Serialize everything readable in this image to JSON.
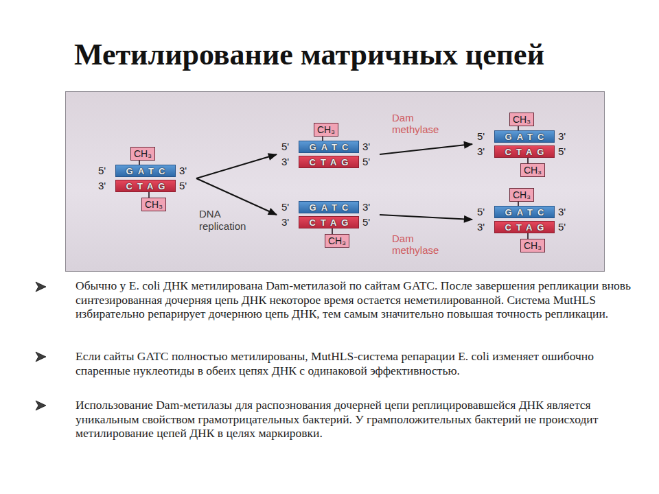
{
  "diagram": {
    "title": "Метилирование матричных цепей",
    "nodes": [
      {
        "text": [
          "CH₃",
          "5'",
          "GATC",
          "3'",
          "3'",
          "CTAG",
          "5'",
          "CH₃"
        ]
      },
      {
        "text": [
          "CH₃",
          "5'",
          "GATC",
          "3'",
          "3'",
          "CTAG",
          "5'"
        ]
      },
      {
        "text": [
          "5'",
          "GATC",
          "3'",
          "3'",
          "CTAG",
          "5'",
          "CH₃"
        ]
      },
      {
        "text": [
          "CH₃",
          "5'",
          "GATC",
          "3'",
          "3'",
          "CTAG",
          "5'",
          "CH₃"
        ]
      },
      {
        "text": [
          "CH₃",
          "5'",
          "GATC",
          "3'",
          "3'",
          "CTAG",
          "5'",
          "CH₃"
        ]
      }
    ],
    "edges": [
      {
        "from": 0,
        "to": 1,
        "arrow": "to"
      },
      {
        "from": 0,
        "to": 2,
        "arrow": "to"
      },
      {
        "from": 1,
        "to": 3,
        "label": "Dam methylase",
        "arrow": "to"
      },
      {
        "from": 2,
        "to": 4,
        "label": "Dam methylase",
        "arrow": "to"
      }
    ],
    "labels": [
      "DNA replication",
      "Обычно у E. coli ДНК метилирована Dam-метилазой по сайтам GATC. После завершения репликации вновь синтезированная дочерняя цепь ДНК некоторое время остается неметилированной. Система MutHLS избирательно репарирует дочернюю цепь ДНК, тем самым значительно повышая точность репликации.",
      "Если сайты GATC полностью метилированы, MutHLS-система репарации E. coli изменяет ошибочно спаренные нуклеотиды в обеих цепях ДНК с одинаковой эффективностью.",
      "Использование Dam-метилазы для распознования дочерней цепи реплицировавшейся ДНК является уникальным свойством грамотрицательных бактерий. У грамположительных бактерий не происходит метилирование цепей ДНК в целях маркировки."
    ]
  }
}
